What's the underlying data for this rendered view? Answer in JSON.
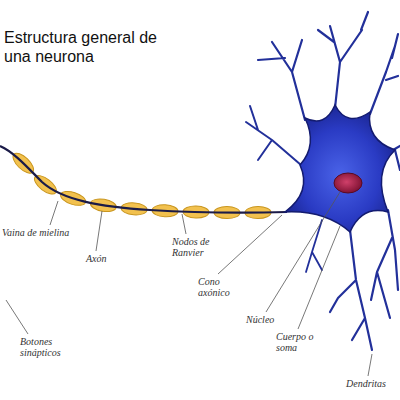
{
  "diagram": {
    "title": "Estructura general de una neurona",
    "labels": [
      "Vaina de mielina",
      "Axón",
      "Nodos de Ranvier",
      "Cono axónico",
      "Núcleo",
      "Cuerpo o soma",
      "Botones sinápticos",
      "Dendritas"
    ]
  }
}
